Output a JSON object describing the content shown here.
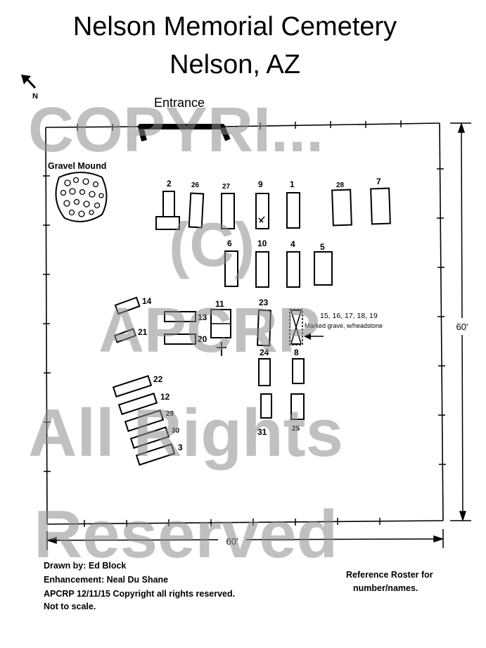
{
  "title": {
    "line1": "Nelson Memorial Cemetery",
    "line2": "Nelson, AZ"
  },
  "compass": {
    "label": "N"
  },
  "entrance": {
    "label": "Entrance"
  },
  "gravel_mound": {
    "label": "Gravel Mound"
  },
  "dimensions": {
    "right": "60'",
    "bottom": "60'"
  },
  "annotation": {
    "graves": "15, 16, 17, 18, 19",
    "note": "Marked grave, w/headstone"
  },
  "plots": {
    "p2": "2",
    "p26": "26",
    "p27": "27",
    "p9": "9",
    "p1": "1",
    "p28": "28",
    "p7": "7",
    "p6": "6",
    "p10": "10",
    "p4": "4",
    "p5": "5",
    "p14": "14",
    "p21": "21",
    "p13": "13",
    "p20": "20",
    "p11": "11",
    "p23": "23",
    "p24": "24",
    "p8": "8",
    "p22": "22",
    "p12": "12",
    "p29": "29",
    "p30": "30",
    "p3": "3",
    "p31": "31",
    "p25": "25"
  },
  "credits": {
    "drawn_by": "Drawn by: Ed Block",
    "enhancement": "Enhancement: Neal Du Shane",
    "copyright": "APCRP 12/11/15 Copyright all rights reserved.",
    "scale": "Not to scale."
  },
  "reference": {
    "line1": "Reference Roster for",
    "line2": "number/names."
  },
  "watermark": {
    "line1": "COPYRI...",
    "line2": "(C)",
    "line3": "APCRP",
    "line4": "All Rights",
    "line5": "Reserved"
  }
}
